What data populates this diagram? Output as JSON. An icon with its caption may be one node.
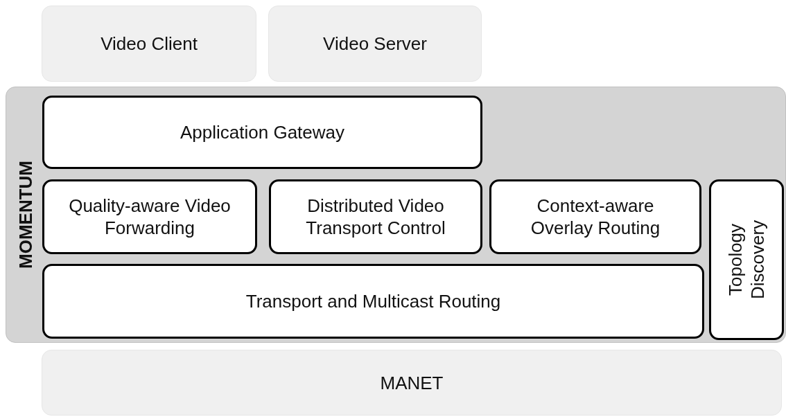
{
  "diagram": {
    "nodes": [
      {
        "text": [
          "Video Client"
        ]
      },
      {
        "text": [
          "Video Server"
        ]
      },
      {
        "text": [
          "MOMENTUM"
        ]
      },
      {
        "text": [
          "Application Gateway"
        ],
        "in": 2
      },
      {
        "text": [
          "Quality-aware Video Forwarding"
        ],
        "in": 2
      },
      {
        "text": [
          "Distributed Video Transport Control"
        ],
        "in": 2
      },
      {
        "text": [
          "Context-aware Overlay Routing"
        ],
        "in": 2
      },
      {
        "text": [
          "Transport and Multicast Routing"
        ],
        "in": 2
      },
      {
        "text": [
          "Topology Discovery"
        ],
        "in": 2
      },
      {
        "text": [
          "MANET"
        ]
      }
    ]
  }
}
